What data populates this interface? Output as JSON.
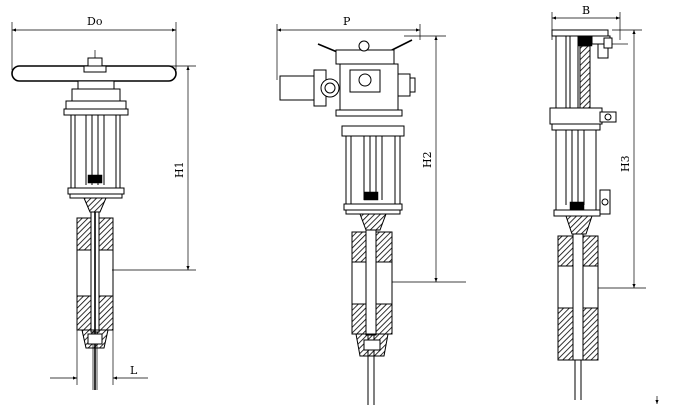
{
  "labels": {
    "do": "Do",
    "p": "P",
    "b": "B",
    "h1": "H1",
    "h2": "H2",
    "h3": "H3",
    "l": "L"
  },
  "icons": [
    "handwheel-icon",
    "electric-actuator-icon",
    "pneumatic-cylinder-icon",
    "hatch-pattern-icon"
  ]
}
